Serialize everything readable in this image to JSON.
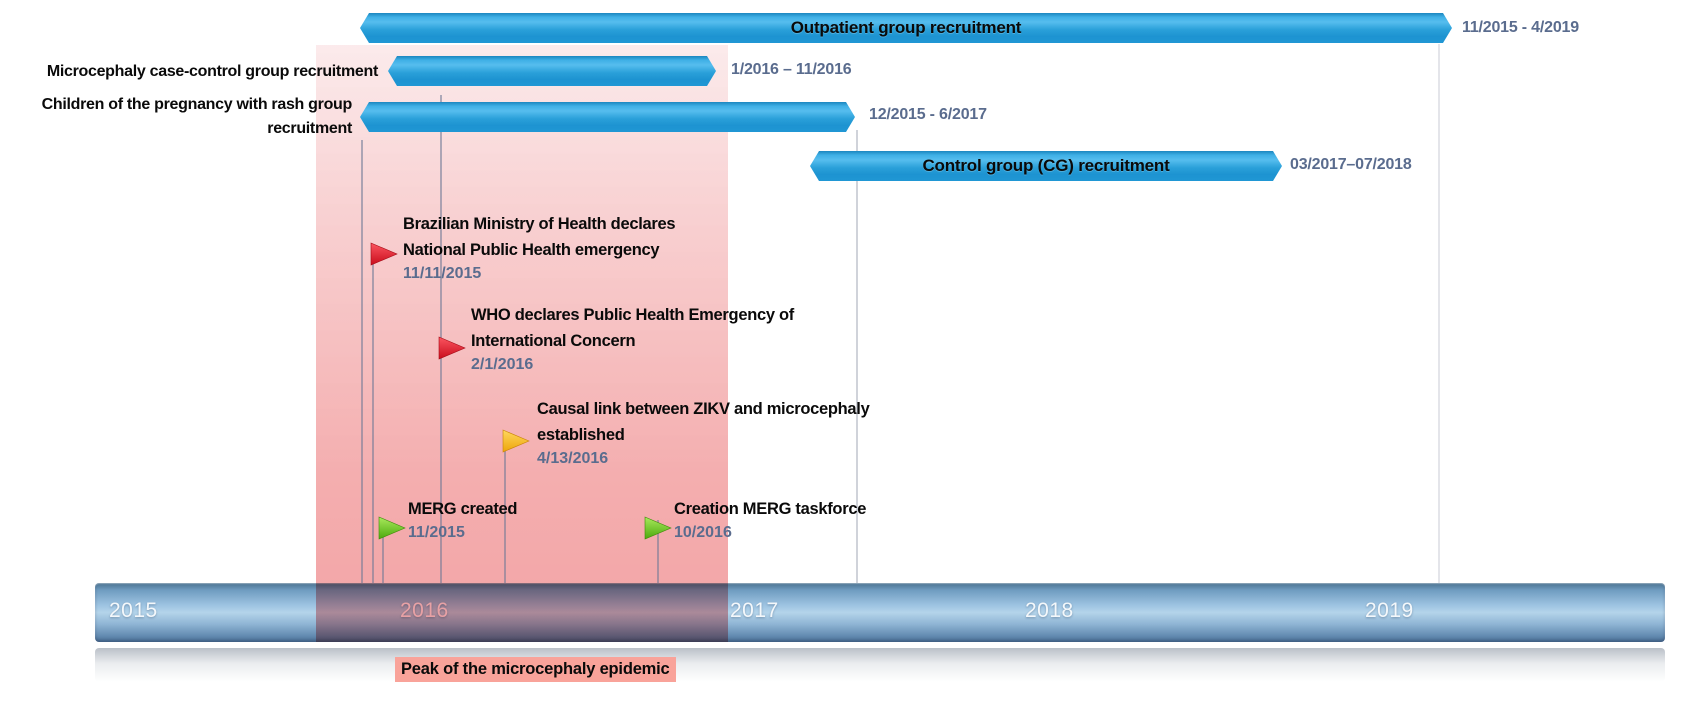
{
  "colors": {
    "bar_blue": "#29a2db",
    "timeline_blue": "#93b9d9",
    "epidemic_pink": "#f5aeae",
    "peak_highlight": "#f9a39a",
    "date_text": "#5a6c8e",
    "flag_red": "#e01423",
    "flag_green": "#66cc22",
    "flag_gold": "#fdc011"
  },
  "bars": [
    {
      "name": "outpatient-group-recruitment",
      "label": "Outpatient group recruitment",
      "date_range": "11/2015 - 4/2019"
    },
    {
      "name": "microcephaly-case-control-group-recruitment",
      "label": "Microcephaly case-control group recruitment",
      "date_range": "1/2016 – 11/2016"
    },
    {
      "name": "children-pregnancy-rash-group-recruitment",
      "label_lines": [
        "Children of the pregnancy with rash group",
        "recruitment"
      ],
      "date_range": "12/2015 - 6/2017"
    },
    {
      "name": "control-group-recruitment",
      "label": "Control group (CG) recruitment",
      "date_range": "03/2017–07/2018"
    }
  ],
  "milestones": [
    {
      "name": "brazil-national-emergency",
      "flag": "red",
      "title_lines": [
        "Brazilian Ministry of Health declares",
        "National Public Health emergency"
      ],
      "date": "11/11/2015"
    },
    {
      "name": "who-pheic",
      "flag": "red",
      "title_lines": [
        "WHO declares Public Health Emergency of",
        "International Concern"
      ],
      "date": "2/1/2016"
    },
    {
      "name": "zikv-causal-link",
      "flag": "gold",
      "title_lines": [
        "Causal link between ZIKV and microcephaly",
        "established"
      ],
      "date": "4/13/2016"
    },
    {
      "name": "merg-created",
      "flag": "green",
      "title_lines": [
        "MERG created"
      ],
      "date": "11/2015"
    },
    {
      "name": "merg-taskforce",
      "flag": "green",
      "title_lines": [
        "Creation MERG taskforce"
      ],
      "date": "10/2016"
    }
  ],
  "timeline": {
    "years": [
      "2015",
      "2016",
      "2017",
      "2018",
      "2019"
    ]
  },
  "epidemic_peak": {
    "label": "Peak of the microcephaly epidemic"
  }
}
